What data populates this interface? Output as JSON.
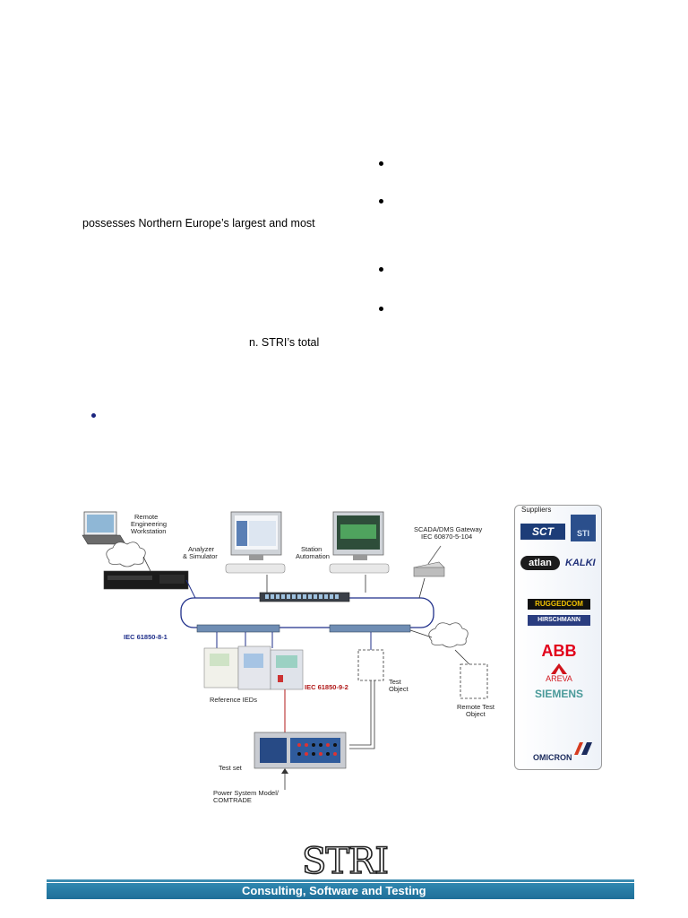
{
  "body_text": {
    "line1": "possesses Northern Europe’s largest and most",
    "line2": "n. STRI’s total"
  },
  "diagram": {
    "remote_workstation": "Remote\nEngineering\nWorkstation",
    "analyzer": "Analyzer\n& Simulator",
    "station_automation": "Station\nAutomation",
    "scada_gateway": "SCADA/DMS Gateway\nIEC 60870-5-104",
    "iec_8_1": "IEC 61850-8-1",
    "iec_9_2": "IEC 61850-9-2",
    "reference_ieds": "Reference IEDs",
    "test_object": "Test\nObject",
    "remote_test_object": "Remote Test\nObject",
    "test_set": "Test set",
    "power_system_model": "Power System Model/\nCOMTRADE"
  },
  "suppliers": {
    "title": "Suppliers",
    "logos": [
      "SCT",
      "STI",
      "atlan",
      "KALKI",
      "RUGGEDCOM",
      "HIRSCHMANN",
      "ABB",
      "AREVA",
      "SIEMENS",
      "OMICRON"
    ]
  },
  "footer": {
    "logo": "STRI",
    "tagline": "Consulting, Software and Testing"
  },
  "colors": {
    "network_blue": "#1f2f8a",
    "sampled_values_red": "#b01818",
    "footer_blue": "#1f6f99"
  }
}
